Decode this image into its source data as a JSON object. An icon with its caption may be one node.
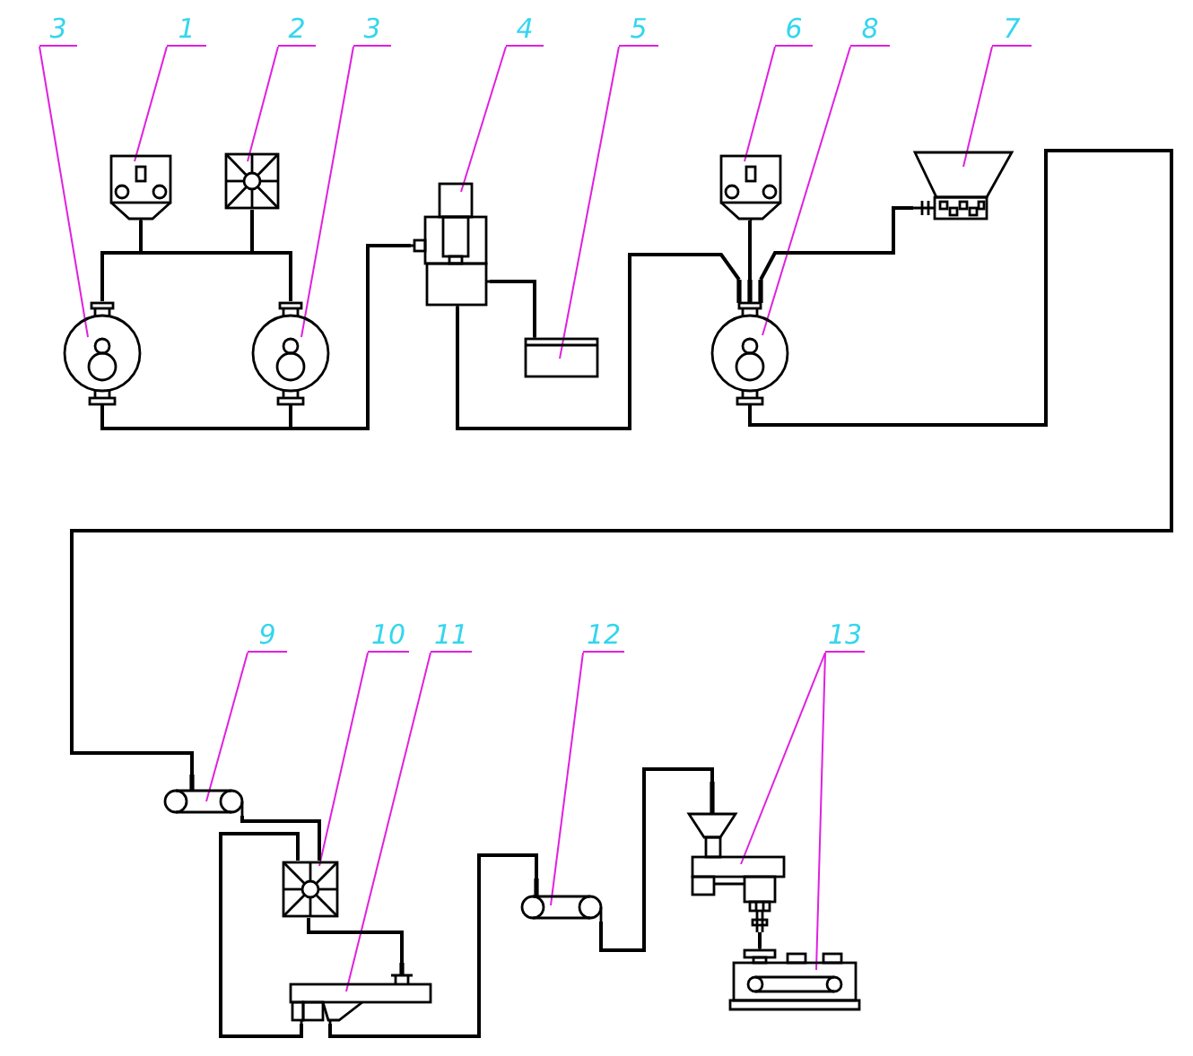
{
  "diagram": {
    "nodes": [
      {
        "text": [
          "3"
        ]
      },
      {
        "text": [
          "1"
        ]
      },
      {
        "text": [
          "2"
        ]
      },
      {
        "text": [
          "3"
        ]
      },
      {
        "text": [
          "4"
        ]
      },
      {
        "text": [
          "5"
        ]
      },
      {
        "text": [
          "6"
        ]
      },
      {
        "text": [
          "8"
        ]
      },
      {
        "text": [
          "7"
        ]
      },
      {
        "text": [],
        "shape": "picture"
      },
      {
        "text": [],
        "shape": "picture"
      },
      {
        "text": [],
        "shape": "picture"
      },
      {
        "text": [],
        "shape": "picture"
      },
      {
        "text": [],
        "shape": "picture"
      },
      {
        "text": [],
        "shape": "box"
      },
      {
        "text": [],
        "shape": "picture"
      },
      {
        "text": [],
        "shape": "picture"
      },
      {
        "text": [],
        "shape": "picture"
      },
      {
        "text": [
          "9"
        ]
      },
      {
        "text": [
          "10"
        ]
      },
      {
        "text": [
          "11"
        ]
      },
      {
        "text": [
          "12"
        ]
      },
      {
        "text": [
          "13"
        ]
      },
      {
        "text": [],
        "shape": "picture"
      },
      {
        "text": [],
        "shape": "picture"
      },
      {
        "text": [],
        "shape": "picture"
      },
      {
        "text": [],
        "shape": "picture"
      },
      {
        "text": [],
        "shape": "picture"
      },
      {
        "text": [],
        "shape": "picture"
      }
    ],
    "edges": [
      {
        "from": 0,
        "to": 11,
        "arrow": "none",
        "color": "#e020e0"
      },
      {
        "from": 1,
        "to": 9,
        "arrow": "none",
        "color": "#e020e0"
      },
      {
        "from": 2,
        "to": 10,
        "arrow": "none",
        "color": "#e020e0"
      },
      {
        "from": 3,
        "to": 12,
        "arrow": "none",
        "color": "#e020e0"
      },
      {
        "from": 4,
        "to": 13,
        "arrow": "none",
        "color": "#e020e0"
      },
      {
        "from": 5,
        "to": 14,
        "arrow": "none",
        "color": "#e020e0"
      },
      {
        "from": 6,
        "to": 15,
        "arrow": "none",
        "color": "#e020e0"
      },
      {
        "from": 7,
        "to": 17,
        "arrow": "none",
        "color": "#e020e0"
      },
      {
        "from": 8,
        "to": 16,
        "arrow": "none",
        "color": "#e020e0"
      },
      {
        "from": 9,
        "to": 11,
        "arrow": "none"
      },
      {
        "from": 9,
        "to": 12,
        "arrow": "none"
      },
      {
        "from": 10,
        "to": 11,
        "arrow": "none"
      },
      {
        "from": 10,
        "to": 12,
        "arrow": "none"
      },
      {
        "from": 11,
        "to": 13,
        "arrow": "none"
      },
      {
        "from": 12,
        "to": 13,
        "arrow": "none"
      },
      {
        "from": 13,
        "to": 14,
        "arrow": "none"
      },
      {
        "from": 13,
        "to": 17,
        "arrow": "none"
      },
      {
        "from": 15,
        "to": 17,
        "arrow": "none"
      },
      {
        "from": 16,
        "to": 17,
        "arrow": "none"
      },
      {
        "from": 17,
        "to": 23,
        "arrow": "none"
      },
      {
        "from": 18,
        "to": 23,
        "arrow": "none",
        "color": "#e020e0"
      },
      {
        "from": 19,
        "to": 24,
        "arrow": "none",
        "color": "#e020e0"
      },
      {
        "from": 20,
        "to": 25,
        "arrow": "none",
        "color": "#e020e0"
      },
      {
        "from": 21,
        "to": 26,
        "arrow": "none",
        "color": "#e020e0"
      },
      {
        "from": 22,
        "to": 27,
        "arrow": "none",
        "color": "#e020e0"
      },
      {
        "from": 22,
        "to": 28,
        "arrow": "none",
        "color": "#e020e0"
      },
      {
        "from": 23,
        "to": 24,
        "arrow": "none"
      },
      {
        "from": 24,
        "to": 25,
        "arrow": "none"
      },
      {
        "from": 25,
        "to": 24,
        "arrow": "none"
      },
      {
        "from": 25,
        "to": 26,
        "arrow": "none"
      },
      {
        "from": 26,
        "to": 27,
        "arrow": "none"
      },
      {
        "from": 27,
        "to": 28,
        "arrow": "none"
      }
    ]
  }
}
